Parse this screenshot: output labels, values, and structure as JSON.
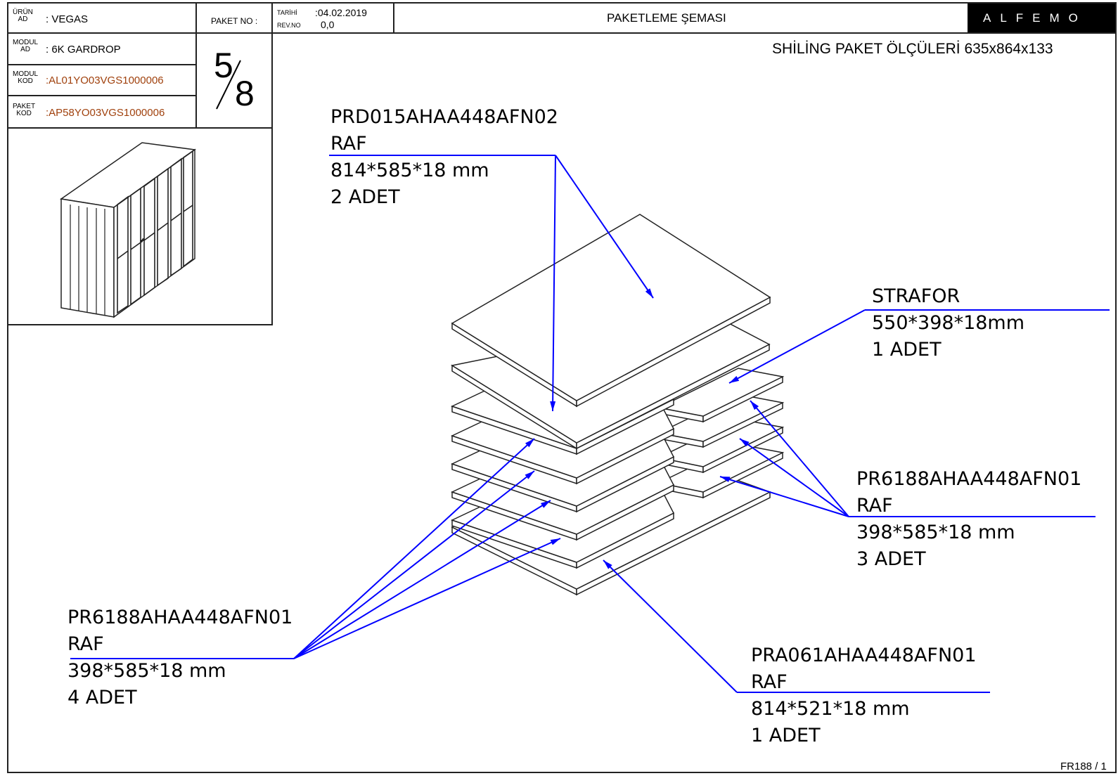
{
  "header": {
    "urun_label_1": "ÜRÜN",
    "urun_label_2": "AD",
    "urun_value": ": VEGAS",
    "modul_ad_label_1": "MODUL",
    "modul_ad_label_2": "AD",
    "modul_ad_value": ": 6K GARDROP",
    "modul_kod_label_1": "MODUL",
    "modul_kod_label_2": "KOD",
    "modul_kod_value": ":AL01YO03VGS1000006",
    "paket_kod_label_1": "PAKET",
    "paket_kod_label_2": "KOD",
    "paket_kod_value": ":AP58YO03VGS1000006",
    "paket_no_label": "PAKET NO :",
    "paket_no_num": "5",
    "paket_no_den": "8",
    "tarih_label": "TARİHİ",
    "tarih_value": ":04.02.2019",
    "rev_label": "REV.NO",
    "rev_value": "0,0",
    "title": "PAKETLEME ŞEMASI",
    "brand": "ALFEMO",
    "dimensions": "SHİLİNG PAKET ÖLÇÜLERİ 635x864x133"
  },
  "colors": {
    "accent": "#0000ff",
    "code": "#a0410d"
  },
  "labels": {
    "top": {
      "code": "PRD015AHAA448AFN02",
      "name": "RAF",
      "size": "814*585*18 mm",
      "qty": "2 ADET"
    },
    "strafor": {
      "code": "STRAFOR",
      "size": "550*398*18mm",
      "qty": "1 ADET"
    },
    "right": {
      "code": "PR6188AHAA448AFN01",
      "name": "RAF",
      "size": "398*585*18 mm",
      "qty": "3 ADET"
    },
    "left": {
      "code": "PR6188AHAA448AFN01",
      "name": "RAF",
      "size": "398*585*18 mm",
      "qty": "4 ADET"
    },
    "bottom": {
      "code": "PRA061AHAA448AFN01",
      "name": "RAF",
      "size": "814*521*18 mm",
      "qty": "1 ADET"
    }
  },
  "footer": {
    "form_no": "FR188 / 1"
  }
}
